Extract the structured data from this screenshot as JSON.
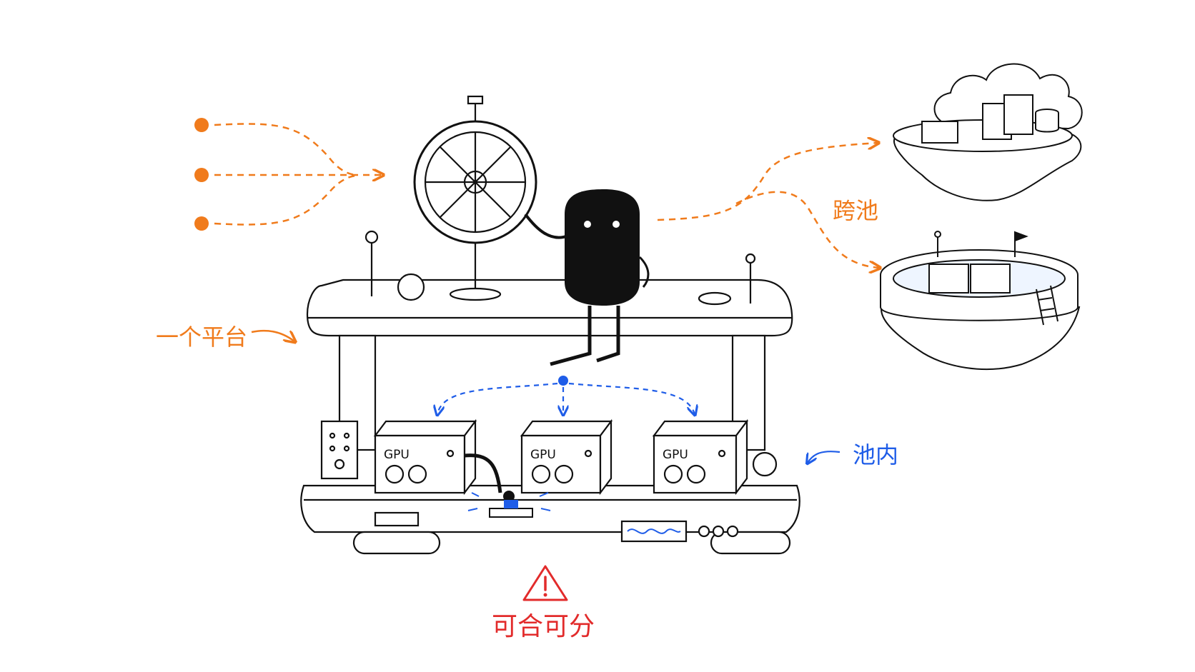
{
  "labels": {
    "platform": "一个平台",
    "cross_pool": "跨池",
    "in_pool": "池内",
    "split_merge": "可合可分"
  },
  "gpu_units": [
    "GPU",
    "GPU",
    "GPU"
  ],
  "icons": {
    "warning": "warning-triangle-icon"
  },
  "colors": {
    "orange": "#f07b1c",
    "blue": "#1f5de8",
    "red": "#e22b2b",
    "ink": "#111111"
  }
}
